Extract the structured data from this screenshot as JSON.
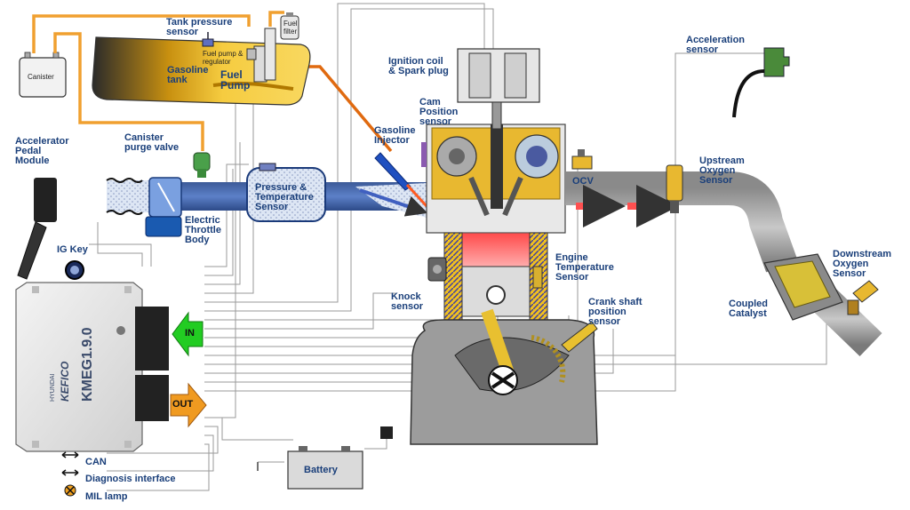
{
  "labels": {
    "tank_pressure_sensor": "Tank pressure\nsensor",
    "fuel_filter": "Fuel\nfilter",
    "canister": "Canister",
    "fuel_pump_regulator": "Fuel pump &\nregulator",
    "gasoline_tank": "Gasoline\ntank",
    "fuel_pump": "Fuel\nPump",
    "ignition_coil": "Ignition coil\n& Spark plug",
    "acceleration_sensor": "Acceleration\nsensor",
    "cam_position_sensor": "Cam\nPosition\nsensor",
    "gasoline_injector": "Gasoline\nInjector",
    "accelerator_pedal_module": "Accelerator\nPedal\nModule",
    "canister_purge_valve": "Canister\npurge valve",
    "pressure_temperature_sensor": "Pressure &\nTemperature\nSensor",
    "ocv": "OCV",
    "upstream_oxygen_sensor": "Upstream\nOxygen\nSensor",
    "electric_throttle_body": "Electric\nThrottle\nBody",
    "ig_key": "IG Key",
    "engine_temperature_sensor": "Engine\nTemperature\nSensor",
    "knock_sensor": "Knock\nsensor",
    "crank_shaft_position_sensor": "Crank shaft\nposition\nsensor",
    "downstream_oxygen_sensor": "Downstream\nOxygen\nSensor",
    "coupled_catalyst": "Coupled\nCatalyst",
    "battery": "Battery",
    "in_arrow": "IN",
    "out_arrow": "OUT"
  },
  "ecu": {
    "brand_top": "HYUNDAI",
    "brand": "KEFICO",
    "model": "KMEG1.9.0"
  },
  "legend": [
    {
      "icon": "double-arrow-icon",
      "label": "CAN"
    },
    {
      "icon": "double-arrow-icon",
      "label": "Diagnosis interface"
    },
    {
      "icon": "lamp-icon",
      "label": "MIL lamp"
    }
  ],
  "colors": {
    "fuel_line": "#f0a030",
    "fuel_line_dark": "#e06a10",
    "in_arrow": "#22cc22",
    "out_arrow": "#f09a20",
    "label_text": "#1a3f7a",
    "engine_gold": "#e8b830",
    "catalyst": "#d8c038"
  }
}
